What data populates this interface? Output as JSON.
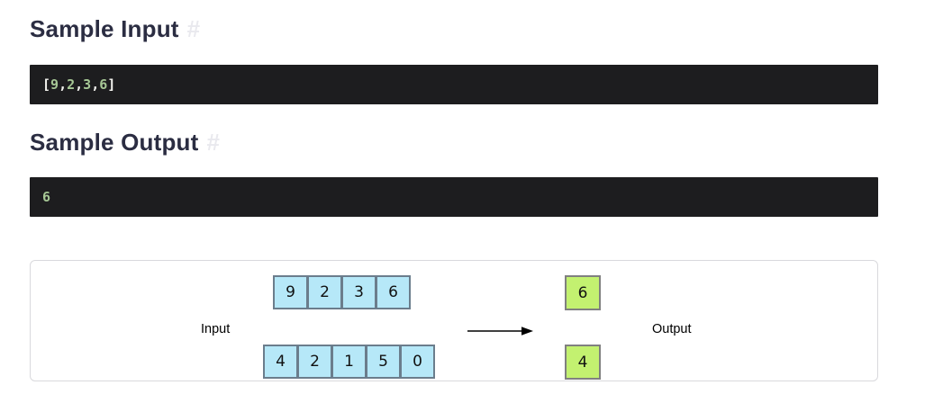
{
  "sections": {
    "sample_input": {
      "heading": "Sample Input",
      "anchor": "#",
      "code_text": "[9,2,3,6]",
      "code_tokens": [
        "[",
        "9",
        ",",
        "2",
        ",",
        "3",
        ",",
        "6",
        "]"
      ]
    },
    "sample_output": {
      "heading": "Sample Output",
      "anchor": "#",
      "code_text": "6",
      "code_tokens": [
        "6"
      ]
    }
  },
  "diagram": {
    "input_label": "Input",
    "output_label": "Output",
    "arrow_icon": "right-arrow",
    "rows": [
      {
        "cells": [
          "9",
          "2",
          "3",
          "6"
        ],
        "result": "6"
      },
      {
        "cells": [
          "4",
          "2",
          "1",
          "5",
          "0"
        ],
        "result": "4"
      }
    ]
  },
  "colors": {
    "heading_text": "#2b2d42",
    "anchor_text": "#e9e9ee",
    "code_background": "#1d1d1f",
    "code_number": "#a6c795",
    "code_punctuation": "#f2f2ee",
    "input_cell_background": "#b6e8f8",
    "result_cell_background": "#c3f170",
    "cell_border": "#6b7d8c",
    "diagram_border": "#d9d9dd"
  }
}
